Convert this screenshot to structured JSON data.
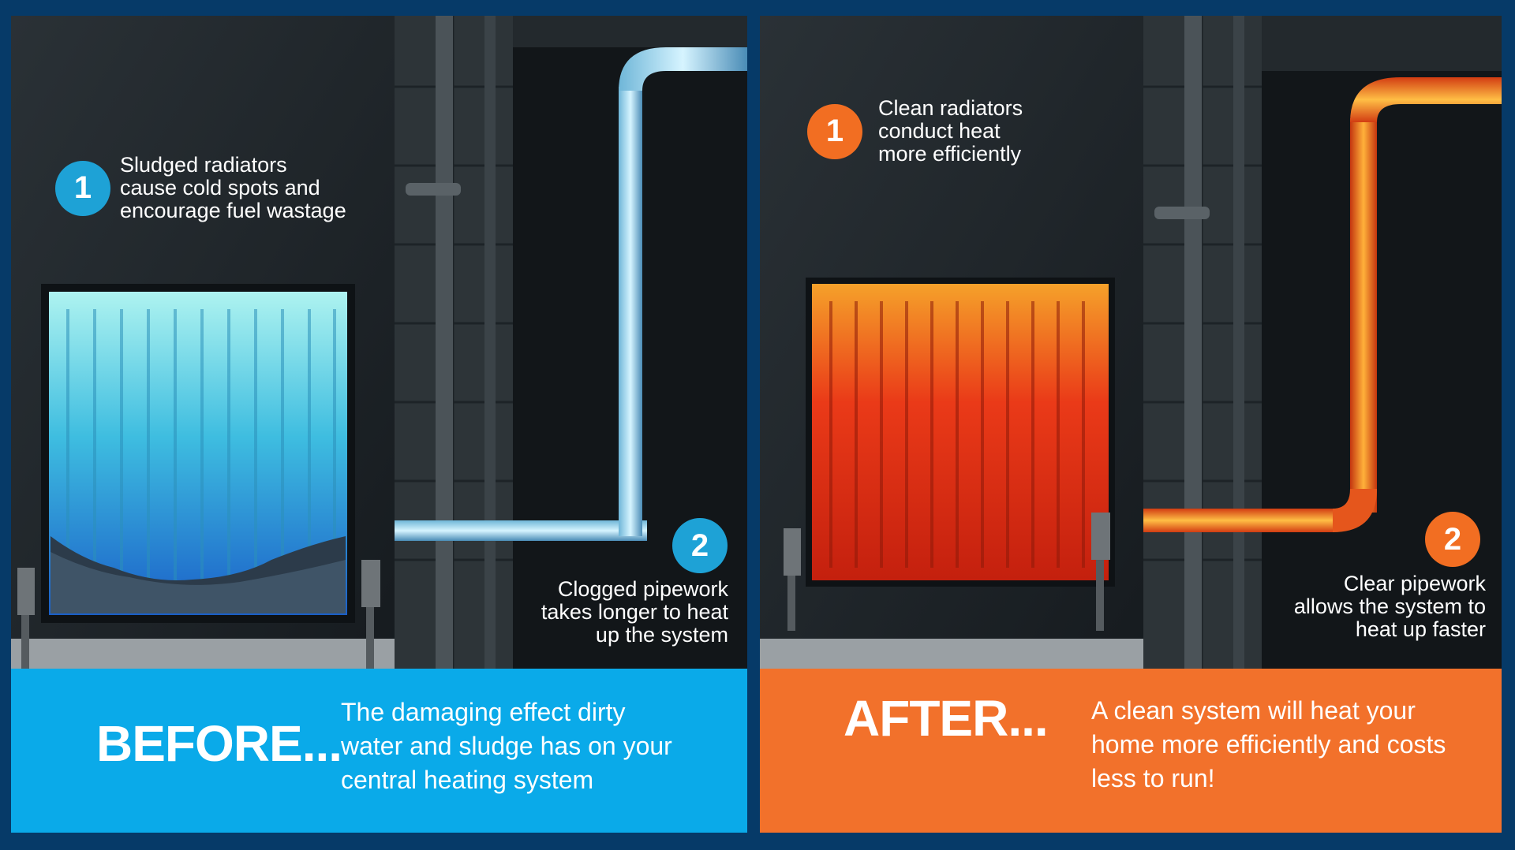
{
  "before": {
    "callout1": {
      "number": "1",
      "text": "Sludged radiators\ncause cold spots and\nencourage fuel wastage"
    },
    "callout2": {
      "number": "2",
      "text": "Clogged pipework\ntakes longer to heat\nup the system"
    },
    "banner": {
      "heading": "BEFORE...",
      "body": "The damaging effect dirty water and sludge has on your central heating system"
    }
  },
  "after": {
    "callout1": {
      "number": "1",
      "text": "Clean radiators\nconduct heat\nmore efficiently"
    },
    "callout2": {
      "number": "2",
      "text": "Clear pipework\nallows the system to\nheat up faster"
    },
    "banner": {
      "heading": "AFTER...",
      "body": "A clean system will heat your home more efficiently and costs less to run!"
    }
  },
  "colors": {
    "frame": "#063a68",
    "before_accent": "#0aaae9",
    "after_accent": "#f2712b",
    "badge_blue": "#1ea2d6",
    "badge_orange": "#f26e22"
  }
}
